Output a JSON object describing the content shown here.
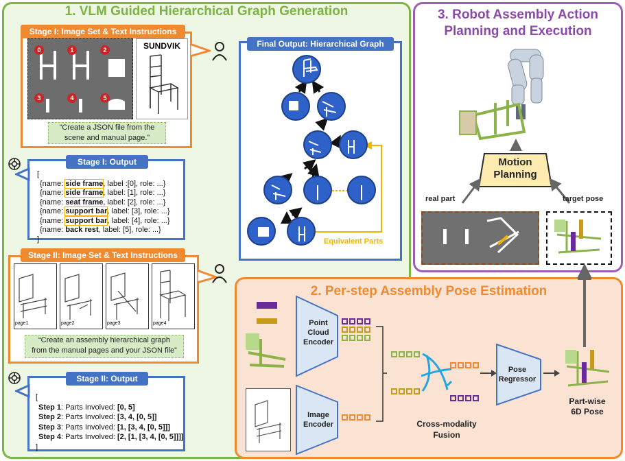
{
  "panel1": {
    "title": "1. VLM Guided Hierarchical Graph Generation",
    "stage1_input": {
      "header": "Stage I: Image Set & Text Instructions",
      "brand": "SUNDVIK",
      "part_numbers": [
        "0",
        "1",
        "2",
        "3",
        "4",
        "5"
      ],
      "instruction_line1": "“Create a JSON file from the",
      "instruction_line2": "scene and manual page.”"
    },
    "stage1_output": {
      "header": "Stage I: Output",
      "open": "[",
      "close": "]",
      "rows": [
        {
          "pre": "{name: ",
          "name": "side frame",
          "post": ", label :[0], role: ...}"
        },
        {
          "pre": "{name: ",
          "name": "side frame",
          "post": ", label: [1], role: ...}"
        },
        {
          "pre": "{name: ",
          "name": "seat frame",
          "post": ", label: [2], role: ...}"
        },
        {
          "pre": "{name: ",
          "name": "support bar",
          "post": ", label: [3], role: ...}"
        },
        {
          "pre": "{name: ",
          "name": "support bar",
          "post": ", label: [4], role: ...}"
        },
        {
          "pre": "{name: ",
          "name": "back rest",
          "post": ", label: [5], role: ...}"
        }
      ]
    },
    "stage2_input": {
      "header": "Stage II: Image Set & Text Instructions",
      "pages": [
        "page1",
        "page2",
        "page3",
        "page4"
      ],
      "instruction_line1": "“Create an assembly hierarchical graph",
      "instruction_line2": "from the manual pages and your JSON file”"
    },
    "stage2_output": {
      "header": "Stage II: Output",
      "open": "[",
      "close": "]",
      "rows": [
        {
          "step": "Step 1",
          "mid": ": Parts Involved: ",
          "parts": "[0, 5]"
        },
        {
          "step": "Step 2",
          "mid": ": Parts Involved: ",
          "parts": "[3, 4, [0, 5]]"
        },
        {
          "step": "Step 3",
          "mid": ": Parts Involved: ",
          "parts": "[1, [3, 4, [0, 5]]]"
        },
        {
          "step": "Step 4",
          "mid": ": Parts Involved: ",
          "parts": "[2, [1, [3, 4, [0, 5]]]]"
        }
      ]
    },
    "graph": {
      "header": "Final Output: Hierarchical Graph",
      "equivalent_label": "Equivalent Parts"
    }
  },
  "panel2": {
    "title": "2. Per-step Assembly Pose Estimation",
    "point_cloud_encoder": [
      "Point",
      "Cloud",
      "Encoder"
    ],
    "image_encoder": [
      "Image",
      "Encoder"
    ],
    "pose_regressor": [
      "Pose",
      "Regressor"
    ],
    "fusion": [
      "Cross-modality",
      "Fusion"
    ],
    "output": [
      "Part-wise",
      "6D Pose"
    ]
  },
  "panel3": {
    "title_line1": "3. Robot Assembly Action",
    "title_line2": "Planning and Execution",
    "motion_planning": [
      "Motion",
      "Planning"
    ],
    "real_part": "real part",
    "target_pose": "target pose"
  },
  "colors": {
    "green": "#7cb342",
    "orange": "#ef8a2f",
    "purple": "#9c5fb6",
    "blue": "#4472c4",
    "node_blue": "#2f62c9",
    "gold": "#f0b400"
  }
}
